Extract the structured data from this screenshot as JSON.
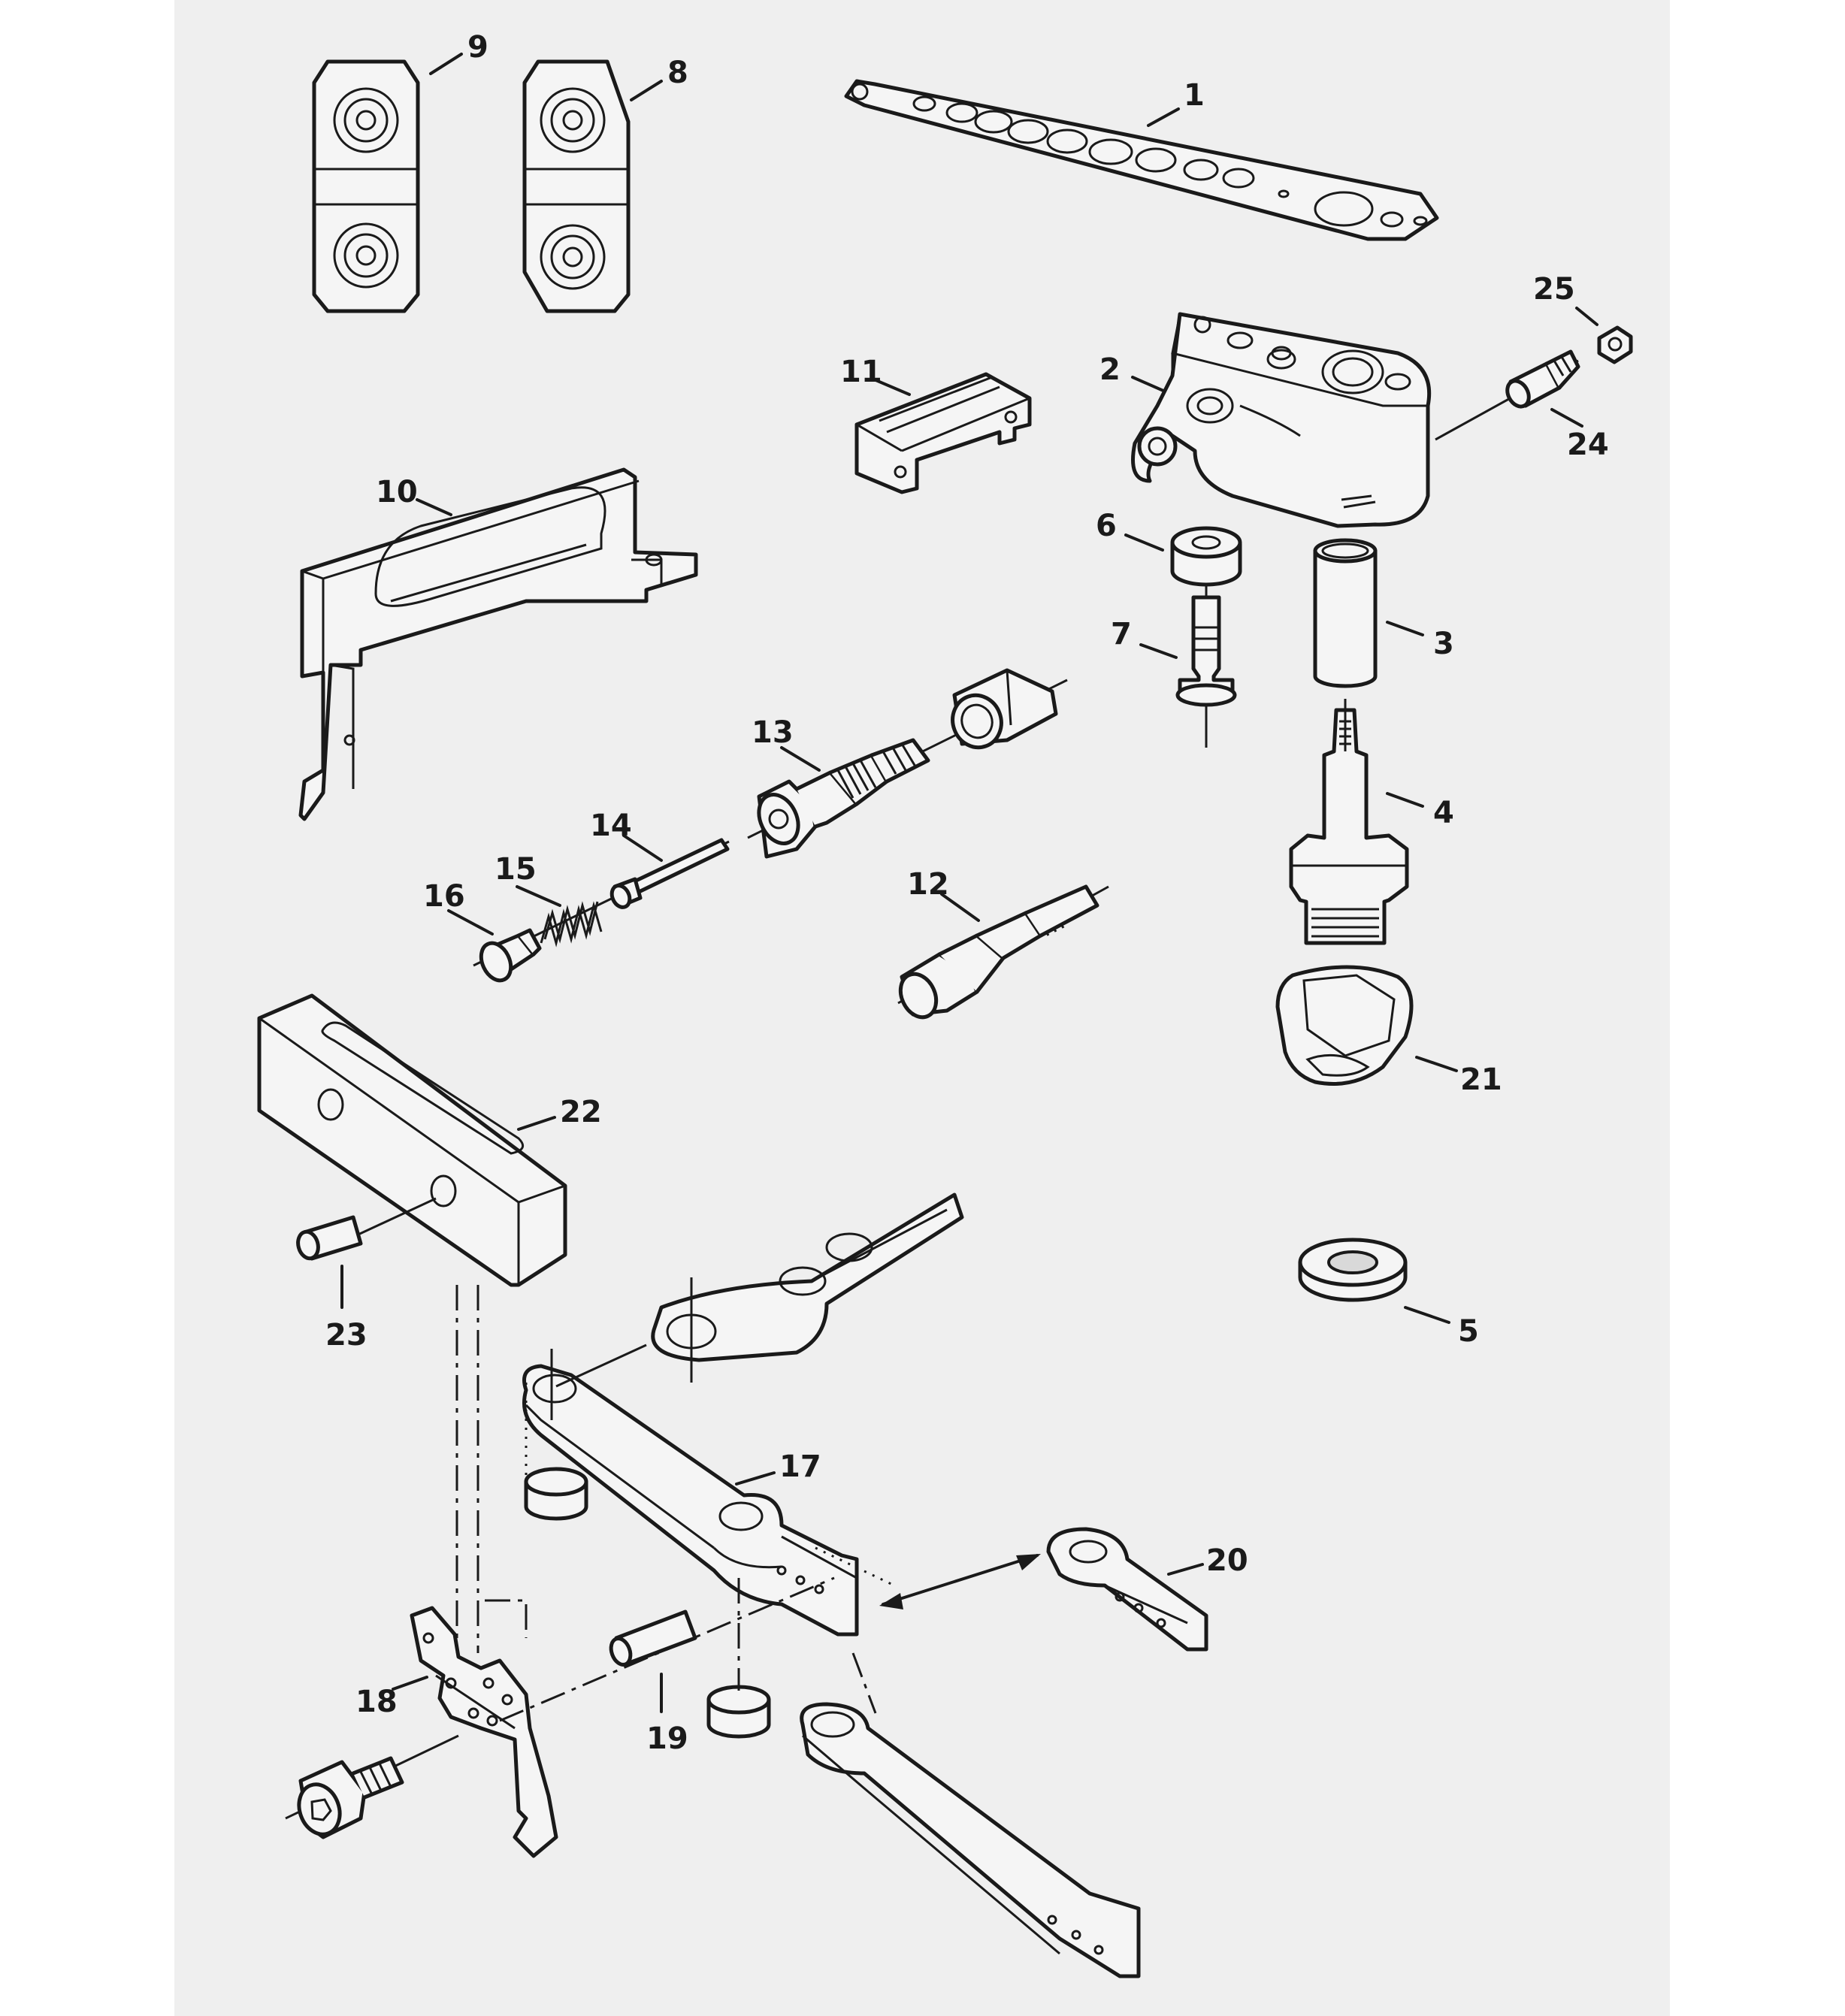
{
  "callouts": [
    {
      "id": "c1",
      "label": "1"
    },
    {
      "id": "c2",
      "label": "2"
    },
    {
      "id": "c3",
      "label": "3"
    },
    {
      "id": "c4",
      "label": "4"
    },
    {
      "id": "c5",
      "label": "5"
    },
    {
      "id": "c6",
      "label": "6"
    },
    {
      "id": "c7",
      "label": "7"
    },
    {
      "id": "c8",
      "label": "8"
    },
    {
      "id": "c9",
      "label": "9"
    },
    {
      "id": "c10",
      "label": "10"
    },
    {
      "id": "c11",
      "label": "11"
    },
    {
      "id": "c12",
      "label": "12"
    },
    {
      "id": "c13",
      "label": "13"
    },
    {
      "id": "c14",
      "label": "14"
    },
    {
      "id": "c15",
      "label": "15"
    },
    {
      "id": "c16",
      "label": "16"
    },
    {
      "id": "c17",
      "label": "17"
    },
    {
      "id": "c18",
      "label": "18"
    },
    {
      "id": "c19",
      "label": "19"
    },
    {
      "id": "c20",
      "label": "20"
    },
    {
      "id": "c21",
      "label": "21"
    },
    {
      "id": "c22",
      "label": "22"
    },
    {
      "id": "c23",
      "label": "23"
    },
    {
      "id": "c24",
      "label": "24"
    },
    {
      "id": "c25",
      "label": "25"
    }
  ]
}
